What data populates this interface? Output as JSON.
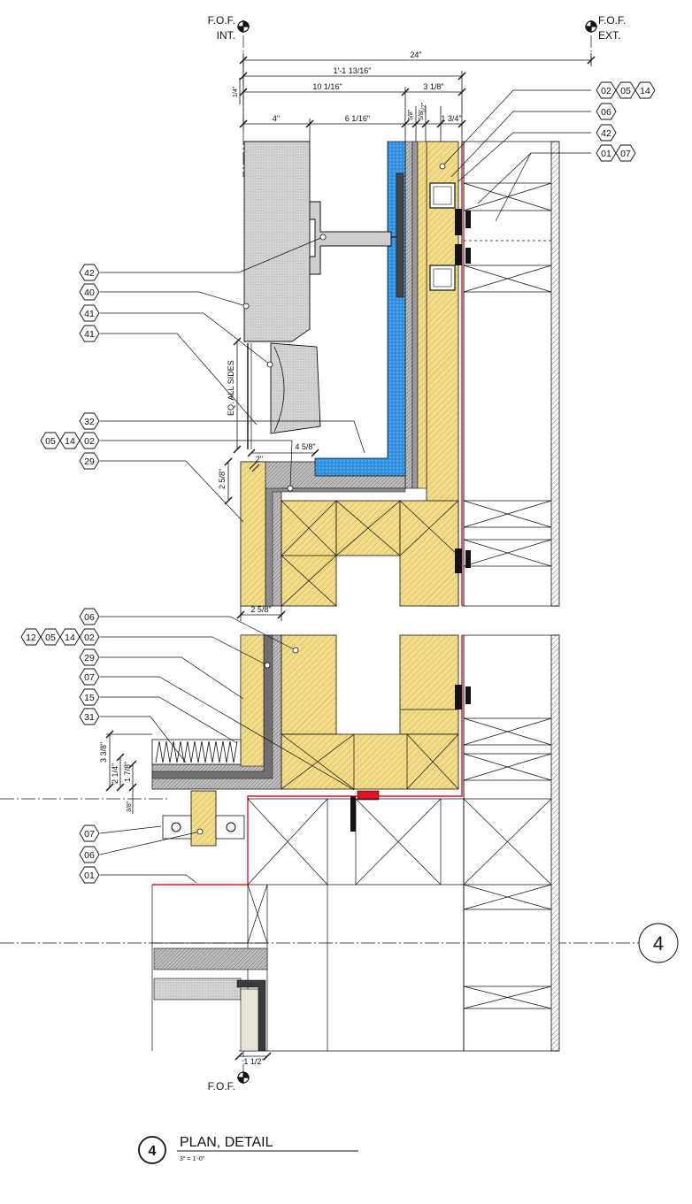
{
  "grid_marks": {
    "top_left": [
      "F.O.F.",
      "INT."
    ],
    "top_right": [
      "F.O.F.",
      "EXT."
    ],
    "bottom": "F.O.F.",
    "detail_bubble": "4"
  },
  "dimensions": {
    "d24": "24\"",
    "d1_1_13_16": "1'-1 13/16\"",
    "d10_1_16": "10 1/16\"",
    "d3_1_8": "3 1/8\"",
    "d4": "4\"",
    "d6_1_16": "6 1/16\"",
    "d_small1": "5/8\"",
    "d_small2": "5/8\"",
    "d1_3_4": "1 3/4\"",
    "d1_2": "1/2\"",
    "d_quarter": "1/4\"",
    "eq_all_sides": "EQ. ALL SIDES",
    "d4_5_8": "4 5/8\"",
    "d2": "2\"",
    "d2_5_8_v": "2 5/8\"",
    "d2_5_8_h": "2 5/8\"",
    "d3_3_8": "3 3/8\"",
    "d2_1_4": "2 1/4\"",
    "d1_7_8": "1 7/8\"",
    "d3_8": "3/8\"",
    "d1_1_2": "1 1/2\""
  },
  "keynotes": {
    "k1": "02",
    "k2": "05",
    "k3": "14",
    "k4": "06",
    "k5": "42",
    "k6": "01",
    "k7": "07",
    "k8": "42",
    "k9": "40",
    "k10": "41",
    "k11": "41",
    "k12": "32",
    "k13": "05",
    "k14": "14",
    "k15": "02",
    "k16": "29",
    "k17": "06",
    "k18": "12",
    "k19": "05",
    "k20": "14",
    "k21": "02",
    "k22": "29",
    "k23": "07",
    "k24": "15",
    "k25": "31",
    "k26": "07",
    "k27": "06",
    "k28": "01"
  },
  "title": {
    "number": "4",
    "text": "PLAN, DETAIL",
    "scale": "3\" = 1'-0\""
  },
  "colors": {
    "wood": "#f1dc8a",
    "insulation": "#2f8fe0",
    "membrane_red": "#e0141b",
    "gray_fill": "#c9c9c9",
    "line": "#111111"
  }
}
